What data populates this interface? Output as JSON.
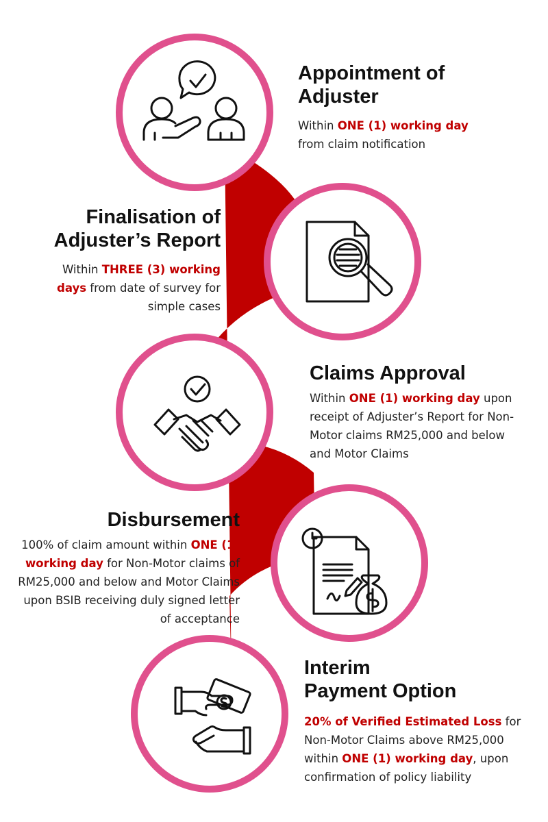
{
  "colors": {
    "accent": "#c00000",
    "ring": "#e0508d",
    "connector": "#c00000",
    "icon": "#111111"
  },
  "steps": [
    {
      "icon": "people-discussion-checkmark-icon",
      "title_1": "Appointment of",
      "title_2": "Adjuster",
      "desc": [
        {
          "text": "Within ",
          "hl": false
        },
        {
          "text": "ONE (1) working day",
          "hl": true
        },
        {
          "text": " from claim notification",
          "hl": false
        }
      ]
    },
    {
      "icon": "document-magnifier-icon",
      "title_1": "Finalisation of",
      "title_2": "Adjuster’s Report",
      "desc": [
        {
          "text": "Within ",
          "hl": false
        },
        {
          "text": "THREE (3) working days",
          "hl": true
        },
        {
          "text": " from date of survey for simple cases",
          "hl": false
        }
      ]
    },
    {
      "icon": "handshake-checkmark-icon",
      "title_1": "Claims Approval",
      "title_2": "",
      "desc": [
        {
          "text": "Within ",
          "hl": false
        },
        {
          "text": "ONE (1) working day",
          "hl": true
        },
        {
          "text": " upon receipt of Adjuster’s Report for Non-Motor claims RM25,000 and below and Motor Claims",
          "hl": false
        }
      ]
    },
    {
      "icon": "document-clock-moneybag-icon",
      "title_1": "Disbursement",
      "title_2": "",
      "desc": [
        {
          "text": "100% of claim amount within ",
          "hl": false
        },
        {
          "text": "ONE (1) working day",
          "hl": true
        },
        {
          "text": " for Non-Motor claims of RM25,000 and below and Motor Claims upon BSIB receiving duly signed letter of acceptance",
          "hl": false
        }
      ]
    },
    {
      "icon": "hands-money-icon",
      "title_1": "Interim",
      "title_2": "Payment Option",
      "desc": [
        {
          "text": "20% of Verified Estimated Loss",
          "hl": true
        },
        {
          "text": " for Non-Motor Claims above RM25,000 within ",
          "hl": false
        },
        {
          "text": "ONE (1) working day",
          "hl": true
        },
        {
          "text": ", upon confirmation of policy liability",
          "hl": false
        }
      ]
    }
  ]
}
